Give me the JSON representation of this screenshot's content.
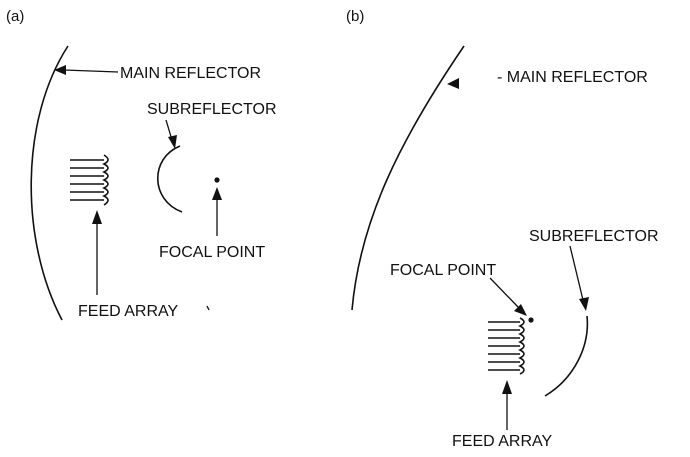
{
  "panels": [
    {
      "id": "a",
      "label": "(a)",
      "main_reflector": "MAIN REFLECTOR",
      "subreflector": "SUBREFLECTOR",
      "focal_point": "FOCAL POINT",
      "feed_array": "FEED ARRAY"
    },
    {
      "id": "b",
      "label": "(b)",
      "main_reflector": "- MAIN REFLECTOR",
      "subreflector": "SUBREFLECTOR",
      "focal_point": "FOCAL POINT",
      "feed_array": "FEED ARRAY"
    }
  ]
}
